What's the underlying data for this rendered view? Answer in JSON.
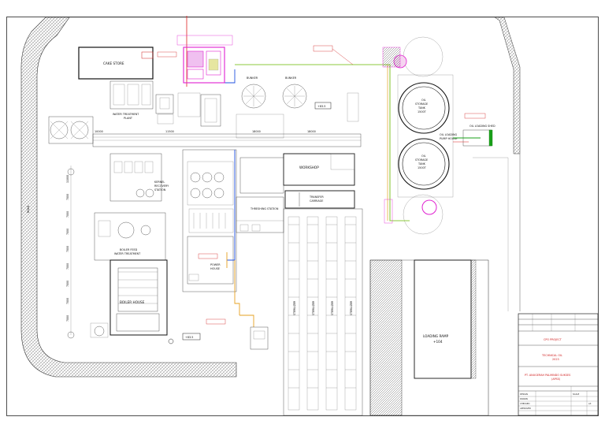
{
  "drawing": {
    "buildings": {
      "cake_store": "CAKE STORE",
      "water_treatment": "WATER TREATMENT\nPLANT",
      "kernel_recovery": "KERNEL\nRECOVERY\nSTATION",
      "boiler_feed": "BOILER FEED\nWATER TREATMENT",
      "boiler_house": "BOILER HOUSE",
      "power_house": "POWER\nHOUSE",
      "threshing_station": "THRESHING STATION",
      "workshop": "WORKSHOP",
      "transfer_carriage": "TRANSFER\nCARRIAGE",
      "loading_ramp": "LOADING RAMP\n+104",
      "oil_loading_shed": "OIL LOADING SHED",
      "oil_loading_pump": "OIL LOADING\nPUMP HOUSE",
      "bunker_1": "BUNKER",
      "bunker_2": "BUNKER"
    },
    "tanks": [
      {
        "label": "OIL\nSTORAGE\nTANK\n1500T"
      },
      {
        "label": "OIL\nSTORAGE\nTANK\n1500T"
      }
    ],
    "elevations": {
      "e1": "+83.5",
      "e2": "+83.5"
    },
    "dimensions": {
      "d1": "10000",
      "d2": "11500",
      "d3": "18000",
      "d4": "18000"
    },
    "sterilizer_labels": [
      "STERILIZER",
      "STERILIZER",
      "STERILIZER",
      "STERILIZER"
    ],
    "row_dims": [
      "11000",
      "7000",
      "7000",
      "7000",
      "7000",
      "7000",
      "7000",
      "7000",
      "7000"
    ],
    "road_label": "ROAD",
    "title_block": {
      "project": "CPO PROJECT",
      "title": "TECHNICAL OIL\n2023",
      "company": "PT. ANUGERAH PALMINDO SUKSES\n(APSS)",
      "rows": [
        "DESIGN",
        "DRAWN",
        "CHECKED",
        "APPROVED"
      ]
    }
  }
}
